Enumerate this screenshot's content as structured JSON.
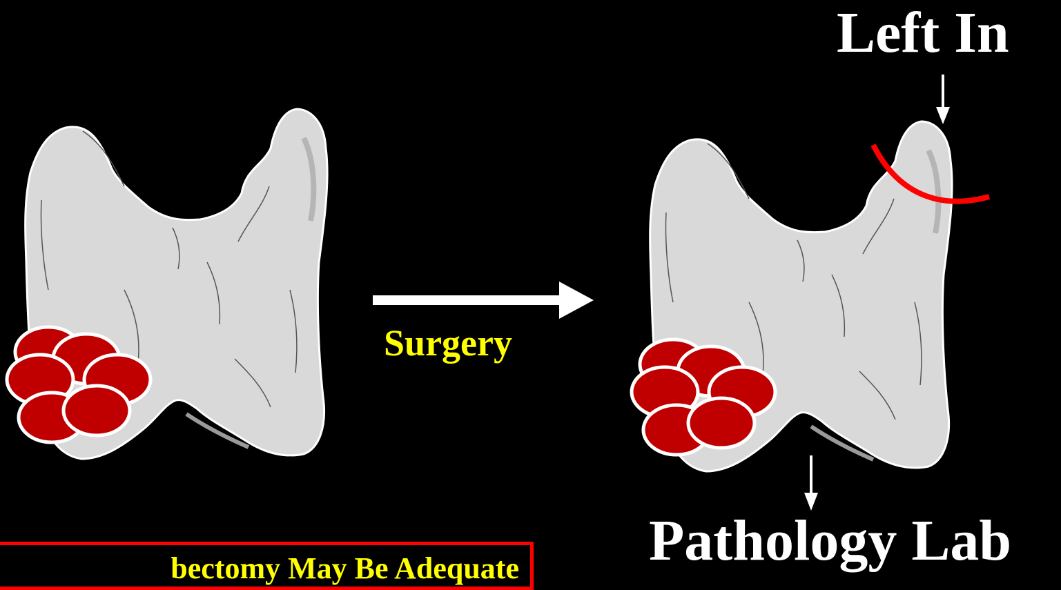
{
  "labels": {
    "left_in": "Left In",
    "surgery": "Surgery",
    "pathology_lab": "Pathology Lab",
    "callout": "bectomy May Be Adequate"
  },
  "colors": {
    "background": "#000000",
    "gland_fill": "#d9d9d9",
    "gland_shadow": "#bdbdbd",
    "nodule_fill": "#c00000",
    "nodule_stroke": "#ffffff",
    "cut_line": "#ff0000",
    "label_white": "#ffffff",
    "label_yellow": "#ffff00",
    "callout_border": "#ff0000"
  },
  "icons": {
    "surgery_arrow": "right-arrow-icon",
    "left_in_pointer": "down-arrow-icon",
    "pathology_pointer": "down-arrow-icon"
  }
}
